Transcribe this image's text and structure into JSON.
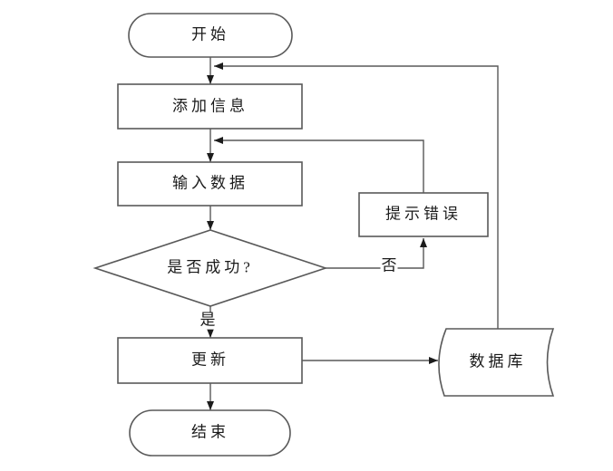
{
  "flowchart": {
    "nodes": {
      "start": {
        "label": "开始",
        "type": "terminator"
      },
      "add_info": {
        "label": "添加信息",
        "type": "process"
      },
      "input_data": {
        "label": "输入数据",
        "type": "process"
      },
      "decision": {
        "label": "是否成功?",
        "type": "decision"
      },
      "error_hint": {
        "label": "提示错误",
        "type": "process"
      },
      "update": {
        "label": "更新",
        "type": "process"
      },
      "database": {
        "label": "数据库",
        "type": "stored-data"
      },
      "end": {
        "label": "结束",
        "type": "terminator"
      }
    },
    "edge_labels": {
      "no": "否",
      "yes": "是"
    },
    "colors": {
      "line": "#595959",
      "arrowhead": "#1c1c1c",
      "text": "#1a1a1a",
      "background": "#ffffff"
    }
  }
}
